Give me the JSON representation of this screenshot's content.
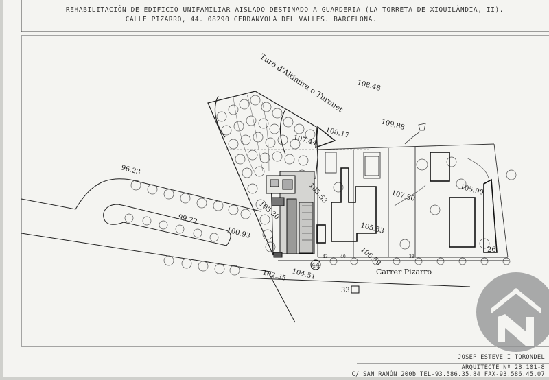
{
  "title": {
    "line1": "REHABILITACIÓN DE EDIFICIO UNIFAMILIAR AISLADO DESTINADO A GUARDERIA (LA TORRETA DE XIQUILÀNDIA, II).",
    "line2": "CALLE PIZARRO, 44. 08290 CERDANYOLA DEL VALLES. BARCELONA."
  },
  "labels": {
    "hill": "Turó d'Altimira o Turonet",
    "street": "Carrer  Pizarro"
  },
  "elevations": [
    "108.48",
    "109.88",
    "108.17",
    "107.44",
    "96.23",
    "105.53",
    "107.50",
    "105.90",
    "105.30",
    "99.22",
    "100.93",
    "105.53",
    "106.79",
    "102.35",
    "104.51"
  ],
  "numbers": {
    "n44": "44",
    "n33": "33",
    "n26": "26",
    "n40": "40",
    "n43": "43",
    "n38": "38"
  },
  "footer": {
    "architect": "JOSEP ESTEVE I TORONDEL",
    "license": "ARQUITECTE Nº 28.101-8",
    "address": "C/ SAN RAMÓN 200b TEL-93.586.35.84 FAX-93.586.45.07"
  },
  "colors": {
    "paper": "#f4f4f1",
    "ink": "#1a1a1a",
    "watermark": "#8f9091"
  },
  "watermark_icon": "house-n-logo"
}
